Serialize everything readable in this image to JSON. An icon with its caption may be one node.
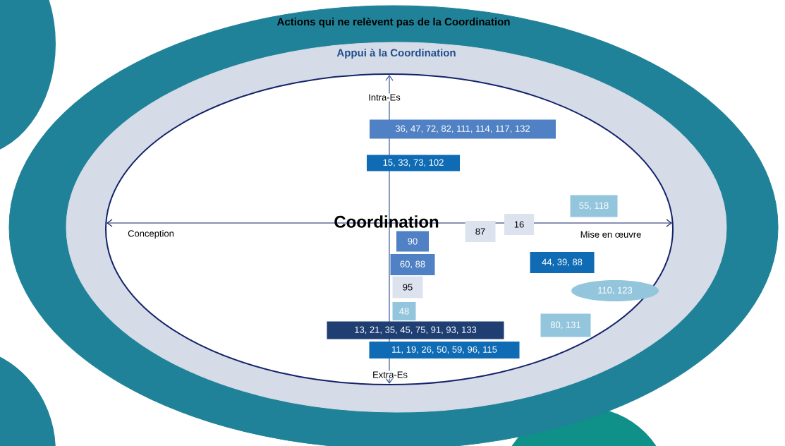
{
  "diagram": {
    "nodes": [
      {
        "text": [
          "Actions qui ne relèvent pas de la Coordination"
        ]
      },
      {
        "text": [
          "Appui à la Coordination"
        ],
        "in": 0
      },
      {
        "text": [
          "Coordination"
        ],
        "in": 1
      },
      {
        "text": [
          "36, 47, 72, 82, 111, 114, 117, 132"
        ],
        "in": 2
      },
      {
        "text": [
          "15, 33, 73, 102"
        ],
        "in": 2
      },
      {
        "text": [
          "55, 118"
        ],
        "in": 2
      },
      {
        "text": [
          "87"
        ],
        "in": 2
      },
      {
        "text": [
          "16"
        ],
        "in": 2
      },
      {
        "text": [
          "90"
        ],
        "in": 2
      },
      {
        "text": [
          "60, 88"
        ],
        "in": 2
      },
      {
        "text": [
          "44, 39, 88"
        ],
        "in": 2
      },
      {
        "text": [
          "95"
        ],
        "in": 2
      },
      {
        "text": [
          "110, 123"
        ],
        "in": 2
      },
      {
        "text": [
          "48"
        ],
        "in": 2
      },
      {
        "text": [
          "80, 131"
        ],
        "in": 2
      },
      {
        "text": [
          "13, 21, 35, 45, 75, 91, 93, 133"
        ],
        "in": 2
      },
      {
        "text": [
          "11, 19, 26, 50, 59, 96, 115"
        ],
        "in": 2
      }
    ],
    "labels": [
      "Intra-Es",
      "Conception",
      "Mise en œuvre",
      "Extra-Es"
    ]
  }
}
